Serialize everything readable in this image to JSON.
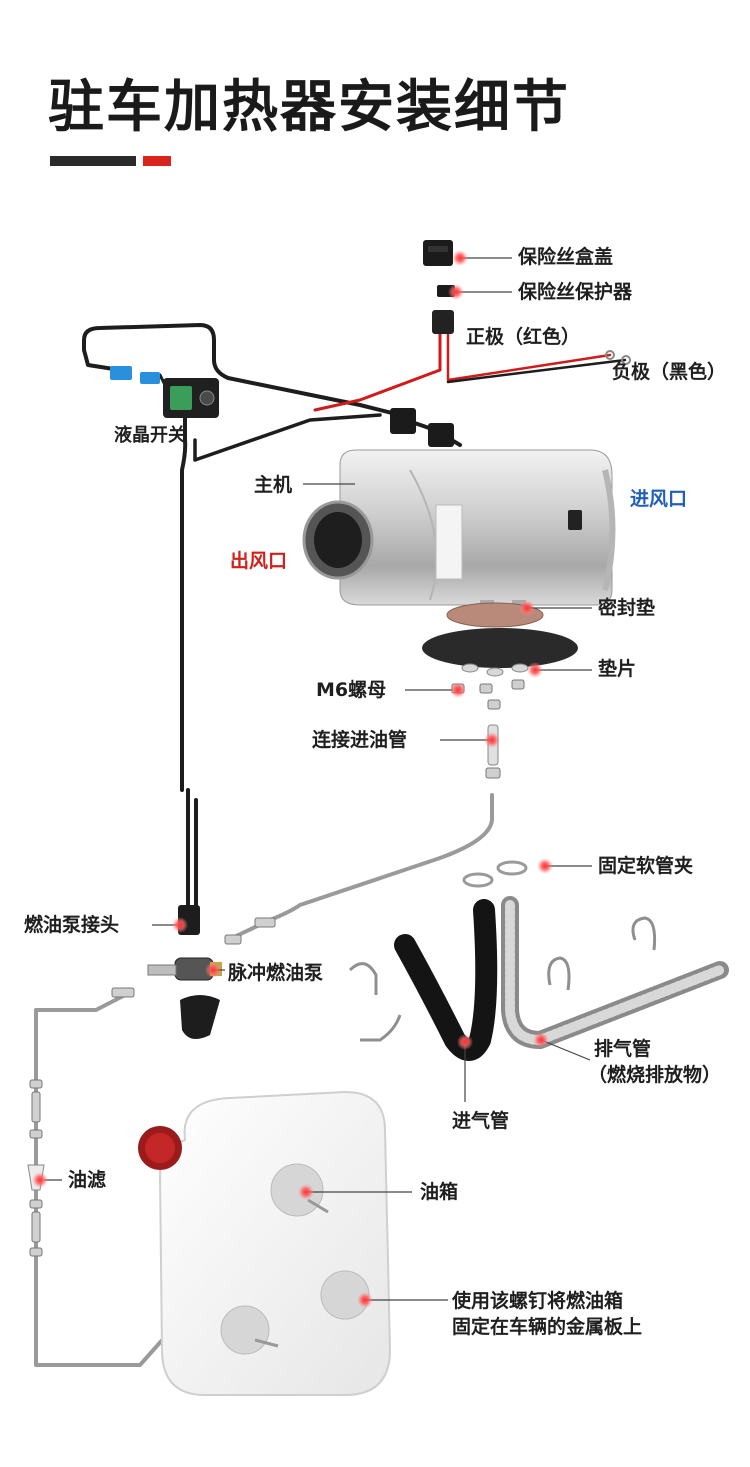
{
  "page": {
    "title": "驻车加热器安装细节",
    "accent": "#d9241c",
    "dark": "#2a2a2a"
  },
  "labels": {
    "fuse_box_cover": "保险丝盒盖",
    "fuse_protector": "保险丝保护器",
    "positive": "正极（红色）",
    "negative": "负极（黑色）",
    "lcd_switch": "液晶开关",
    "main_unit": "主机",
    "air_inlet": "进风口",
    "air_outlet": "出风口",
    "gasket": "密封垫",
    "washer": "垫片",
    "m6_nut": "M6螺母",
    "fuel_connector": "连接进油管",
    "hose_clamp": "固定软管夹",
    "pump_connector": "燃油泵接头",
    "pulse_pump": "脉冲燃油泵",
    "exhaust_pipe": "排气管",
    "exhaust_note": "（燃烧排放物）",
    "intake_pipe": "进气管",
    "fuel_filter": "油滤",
    "fuel_tank": "油箱",
    "screw_note_1": "使用该螺钉将燃油箱",
    "screw_note_2": "固定在车辆的金属板上"
  },
  "colors": {
    "label_red": "#d0211a",
    "label_blue": "#1f5fb8",
    "marker": "#ef3b3b"
  }
}
